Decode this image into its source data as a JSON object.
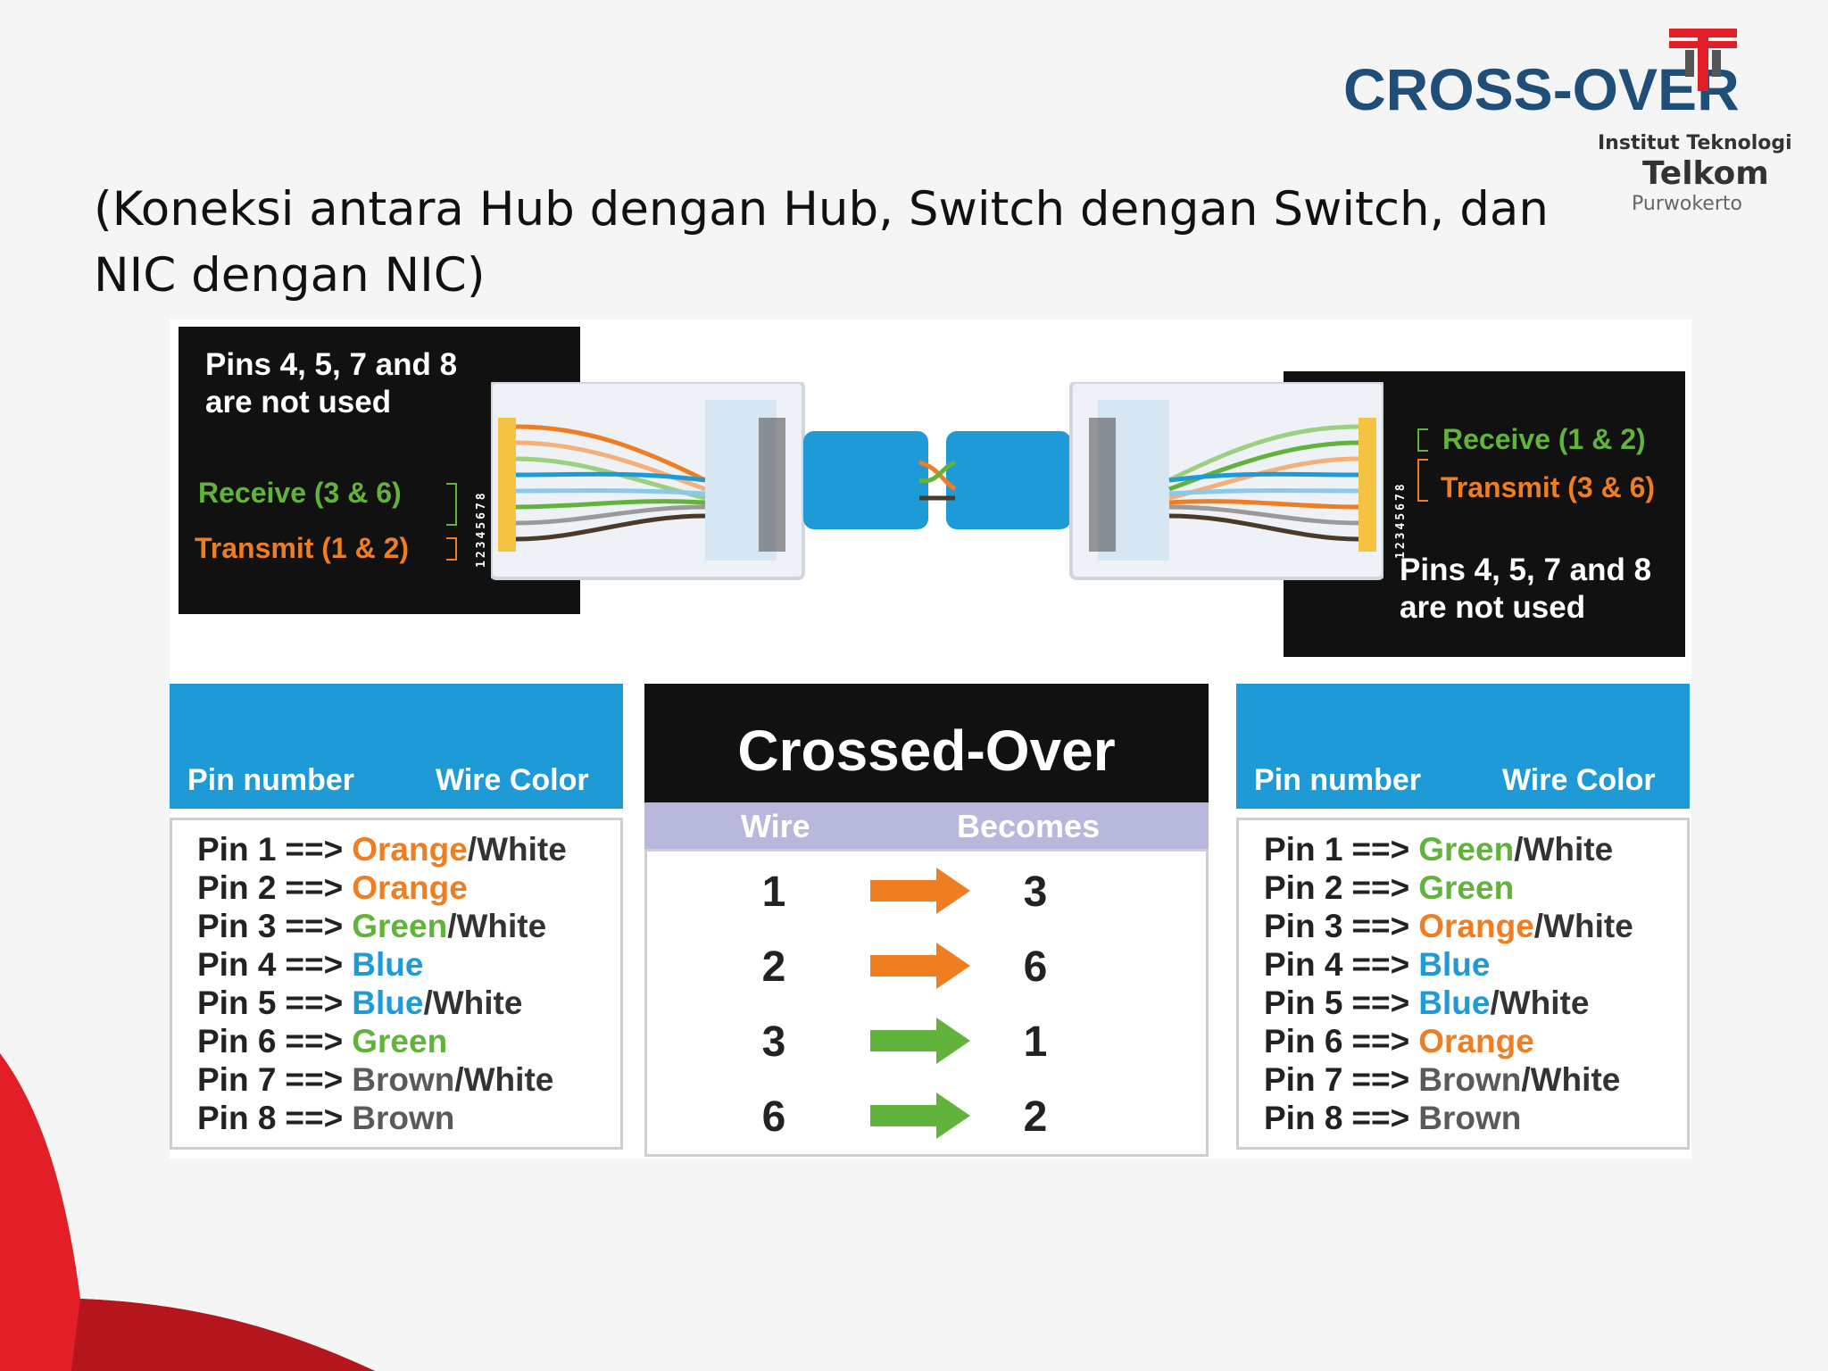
{
  "slide": {
    "title": "CROSS-OVER",
    "subtitle": "(Koneksi antara Hub dengan Hub, Switch dengan Switch, dan NIC dengan NIC)"
  },
  "logo": {
    "line1": "Institut Teknologi",
    "line2": "Telkom",
    "line3": "Purwokerto",
    "colors": {
      "red": "#e21f26",
      "dark": "#333333"
    }
  },
  "diagram": {
    "left_plug": {
      "not_used": "Pins 4, 5, 7 and 8 are not used",
      "receive": "Receive (3 & 6)",
      "transmit": "Transmit (1 & 2)",
      "pin_numbers": "12345678"
    },
    "right_plug": {
      "receive": "Receive (1 & 2)",
      "transmit": "Transmit (3 & 6)",
      "not_used": "Pins 4, 5, 7 and 8 are not used",
      "pin_numbers": "12345678"
    }
  },
  "left_table": {
    "header": {
      "pin": "Pin number",
      "wire": "Wire Color"
    },
    "rows": [
      {
        "pin": "Pin 1",
        "arrow": "==>",
        "color": "Orange",
        "suffix": "/White",
        "cls": "orange"
      },
      {
        "pin": "Pin 2",
        "arrow": "==>",
        "color": "Orange",
        "suffix": "",
        "cls": "orange"
      },
      {
        "pin": "Pin 3",
        "arrow": "==>",
        "color": "Green",
        "suffix": "/White",
        "cls": "green"
      },
      {
        "pin": "Pin 4",
        "arrow": "==>",
        "color": "Blue",
        "suffix": "",
        "cls": "blue"
      },
      {
        "pin": "Pin 5",
        "arrow": "==>",
        "color": "Blue",
        "suffix": "/White",
        "cls": "blue"
      },
      {
        "pin": "Pin 6",
        "arrow": "==>",
        "color": "Green",
        "suffix": "",
        "cls": "green"
      },
      {
        "pin": "Pin 7",
        "arrow": "==>",
        "color": "Brown",
        "suffix": "/White",
        "cls": "brown"
      },
      {
        "pin": "Pin 8",
        "arrow": "==>",
        "color": "Brown",
        "suffix": "",
        "cls": "brown"
      }
    ]
  },
  "crossover_table": {
    "title": "Crossed-Over",
    "col_wire": "Wire",
    "col_becomes": "Becomes",
    "rows": [
      {
        "wire": "1",
        "becomes": "3",
        "arrow_color": "#ef7d22"
      },
      {
        "wire": "2",
        "becomes": "6",
        "arrow_color": "#ef7d22"
      },
      {
        "wire": "3",
        "becomes": "1",
        "arrow_color": "#62b33b"
      },
      {
        "wire": "6",
        "becomes": "2",
        "arrow_color": "#62b33b"
      }
    ]
  },
  "right_table": {
    "header": {
      "pin": "Pin number",
      "wire": "Wire Color"
    },
    "rows": [
      {
        "pin": "Pin 1",
        "arrow": "==>",
        "color": "Green",
        "suffix": "/White",
        "cls": "green"
      },
      {
        "pin": "Pin 2",
        "arrow": "==>",
        "color": "Green",
        "suffix": "",
        "cls": "green"
      },
      {
        "pin": "Pin 3",
        "arrow": "==>",
        "color": "Orange",
        "suffix": "/White",
        "cls": "orange"
      },
      {
        "pin": "Pin 4",
        "arrow": "==>",
        "color": "Blue",
        "suffix": "",
        "cls": "blue"
      },
      {
        "pin": "Pin 5",
        "arrow": "==>",
        "color": "Blue",
        "suffix": "/White",
        "cls": "blue"
      },
      {
        "pin": "Pin 6",
        "arrow": "==>",
        "color": "Orange",
        "suffix": "",
        "cls": "orange"
      },
      {
        "pin": "Pin 7",
        "arrow": "==>",
        "color": "Brown",
        "suffix": "/White",
        "cls": "brown"
      },
      {
        "pin": "Pin 8",
        "arrow": "==>",
        "color": "Brown",
        "suffix": "",
        "cls": "brown"
      }
    ]
  },
  "colors": {
    "title_blue": "#1f4e79",
    "header_blue": "#1e9ad6",
    "orange": "#ef7d22",
    "green": "#62b33b",
    "lavender": "#b8b7dc",
    "corner_red": "#e21f26"
  }
}
